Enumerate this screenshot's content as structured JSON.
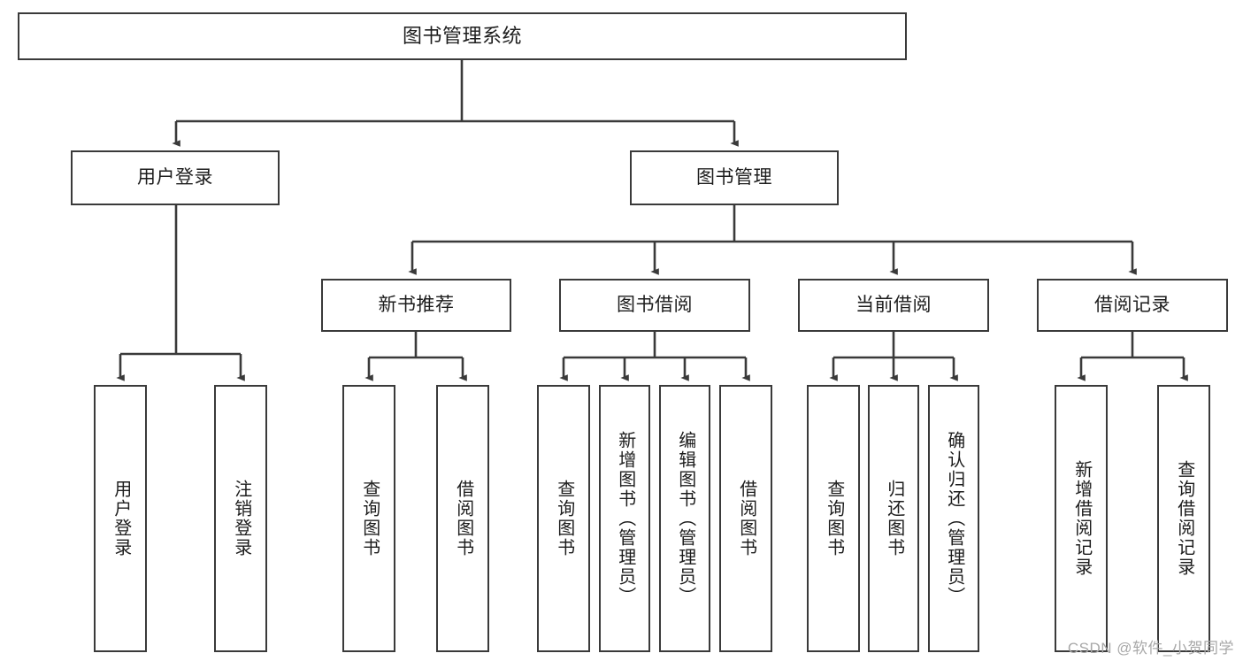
{
  "diagram": {
    "title": "图书管理系统",
    "type": "tree-hierarchy",
    "watermark": "CSDN @软件_小贺同学",
    "colors": {
      "node_border": "#3a3a3a",
      "node_fill": "#ffffff",
      "edge": "#3a3a3a",
      "text": "#1d1d1d",
      "watermark": "#a8a8a8",
      "background": "#ffffff"
    },
    "nodes": {
      "root": {
        "label": "图书管理系统"
      },
      "level1": [
        {
          "id": "user-login",
          "label": "用户登录"
        },
        {
          "id": "book-management",
          "label": "图书管理"
        }
      ],
      "level2": [
        {
          "id": "new-book-recommend",
          "label": "新书推荐"
        },
        {
          "id": "book-borrow",
          "label": "图书借阅"
        },
        {
          "id": "current-borrow",
          "label": "当前借阅"
        },
        {
          "id": "borrow-record",
          "label": "借阅记录"
        }
      ],
      "leaves": {
        "user_login": [
          {
            "id": "leaf-user-login",
            "label": "用户登录"
          },
          {
            "id": "leaf-logout-login",
            "label": "注销登录"
          }
        ],
        "new_book_recommend": [
          {
            "id": "leaf-query-book-1",
            "label": "查询图书"
          },
          {
            "id": "leaf-borrow-book-1",
            "label": "借阅图书"
          }
        ],
        "book_borrow": [
          {
            "id": "leaf-query-book-2",
            "label": "查询图书"
          },
          {
            "id": "leaf-add-book",
            "label": "新增图书（管理员）"
          },
          {
            "id": "leaf-edit-book",
            "label": "编辑图书（管理员）"
          },
          {
            "id": "leaf-borrow-book-2",
            "label": "借阅图书"
          }
        ],
        "current_borrow": [
          {
            "id": "leaf-query-book-3",
            "label": "查询图书"
          },
          {
            "id": "leaf-return-book",
            "label": "归还图书"
          },
          {
            "id": "leaf-confirm-return",
            "label": "确认归还（管理员）"
          }
        ],
        "borrow_record": [
          {
            "id": "leaf-add-record",
            "label": "新增借阅记录"
          },
          {
            "id": "leaf-query-record",
            "label": "查询借阅记录"
          }
        ]
      }
    }
  }
}
